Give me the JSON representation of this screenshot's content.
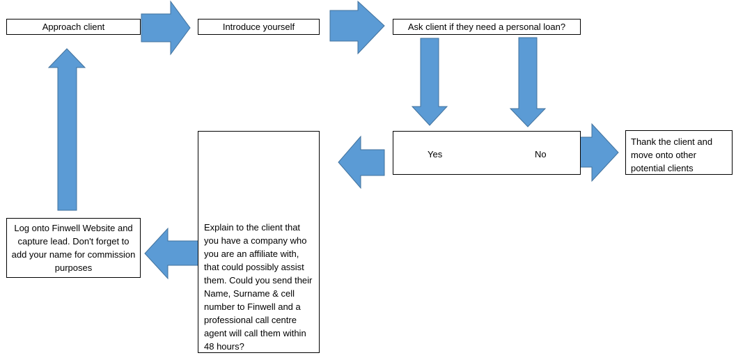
{
  "colors": {
    "arrow": "#5b9bd5",
    "arrow_edge": "#41719c",
    "border": "#000000",
    "background": "#ffffff"
  },
  "steps": {
    "approach": "Approach client",
    "introduce": "Introduce yourself",
    "ask": "Ask client if they need a personal loan?",
    "yes": "Yes",
    "no": "No",
    "thank": "Thank the client and move onto other potential clients",
    "explain": "Explain to the client that you have a company who you are an affiliate with, that could possibly assist them. Could you send their Name, Surname & cell number to Finwell and a professional call centre agent will call them within 48 hours?",
    "capture": "Log onto Finwell Website and capture lead. Don't forget to add your name for commission purposes"
  }
}
